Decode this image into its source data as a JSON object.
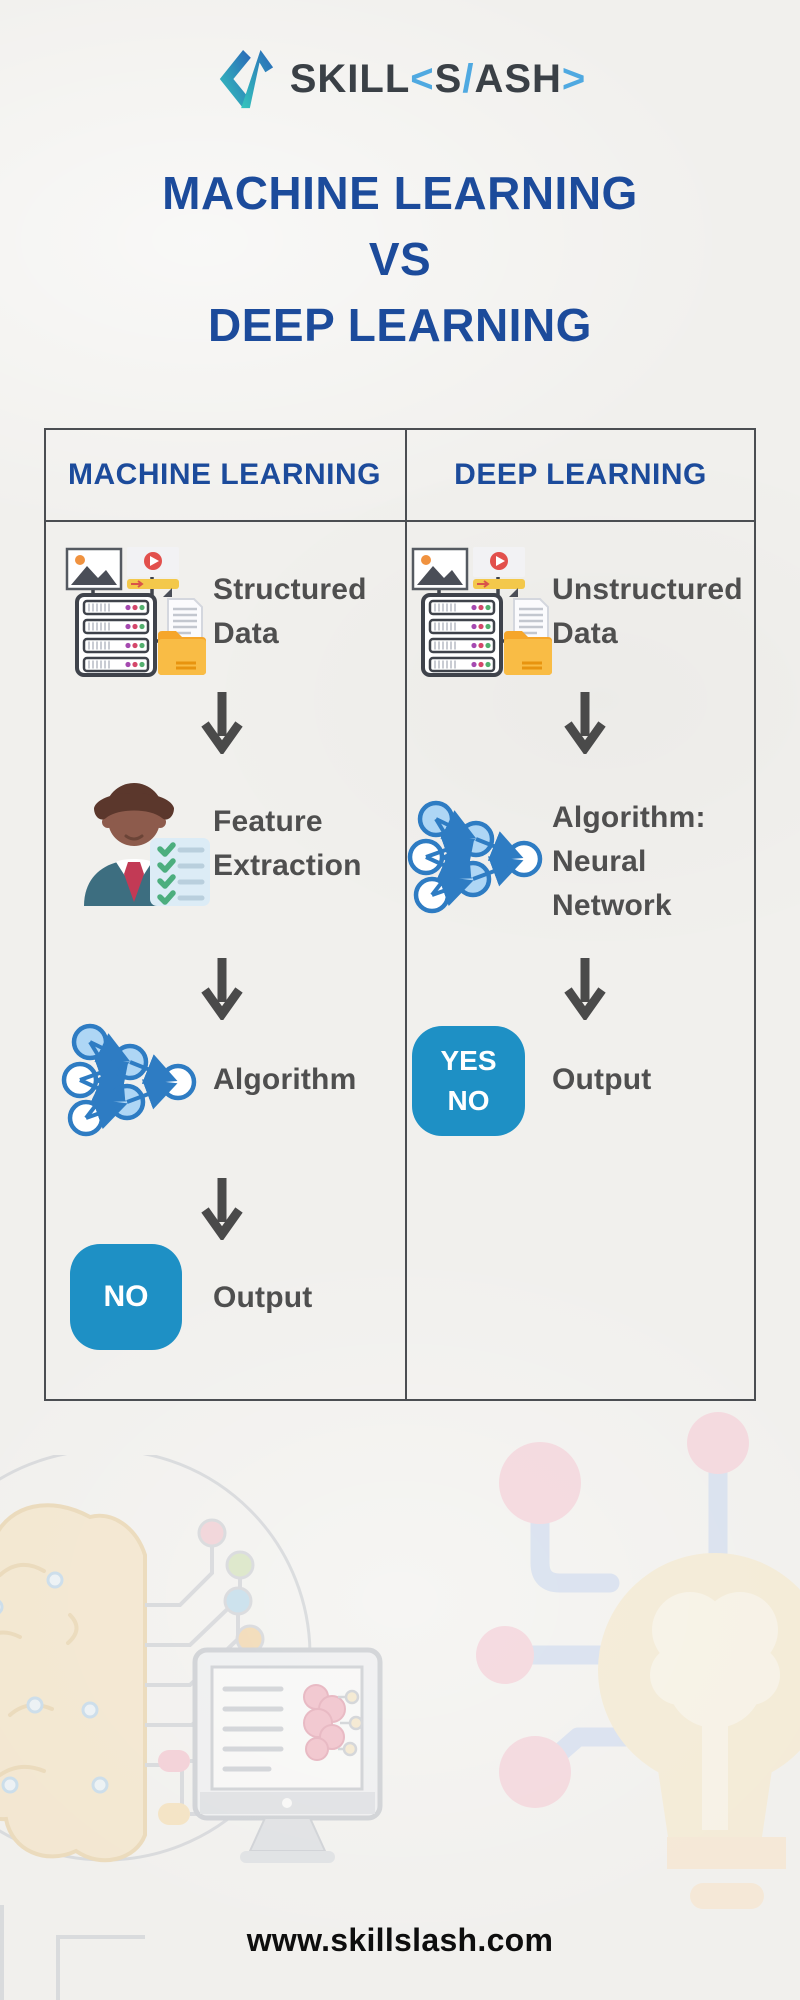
{
  "logo": {
    "word_parts": [
      {
        "text": "SKILL"
      },
      {
        "text": "<"
      },
      {
        "text": "S"
      },
      {
        "text": "/"
      },
      {
        "text": "ASH"
      },
      {
        "text": ">"
      }
    ]
  },
  "title": {
    "text": "MACHINE LEARNING\nVS\nDEEP LEARNING"
  },
  "ml": {
    "header": "MACHINE LEARNING",
    "steps": {
      "data": "Structured\nData",
      "feature": "Feature\nExtraction",
      "algorithm": "Algorithm",
      "output": "Output"
    },
    "output_badge": "NO"
  },
  "dl": {
    "header": "DEEP LEARNING",
    "steps": {
      "data": "Unstructured\nData",
      "algorithm": "Algorithm:\nNeural\nNetwork",
      "output": "Output"
    },
    "output_badge": "YES\nNO"
  },
  "footer": {
    "website": "www.skillslash.com"
  },
  "icons": {
    "logo": "code-brackets-logo-icon",
    "ml_step1": "data-sources-icon",
    "ml_step2": "person-checklist-icon",
    "ml_step3": "neural-network-icon",
    "dl_step1": "data-sources-icon",
    "dl_step2": "neural-network-icon",
    "flow": "arrow-down-icon",
    "decor_left": "brain-circuit-decoration",
    "decor_center": "monitor-brain-decoration",
    "decor_right": "lightbulb-network-decoration"
  },
  "colors": {
    "title_blue": "#1c4b9b",
    "header_blue": "#1c4b9b",
    "badge_blue": "#1e90c5",
    "label_gray": "#4f4f4f",
    "arrow_gray": "#4a4a4a",
    "logo_dark": "#3a4046",
    "logo_accent": "#4fa9e1",
    "footer_black": "#0e0e0e",
    "background_paper": "#f1f0ed"
  }
}
